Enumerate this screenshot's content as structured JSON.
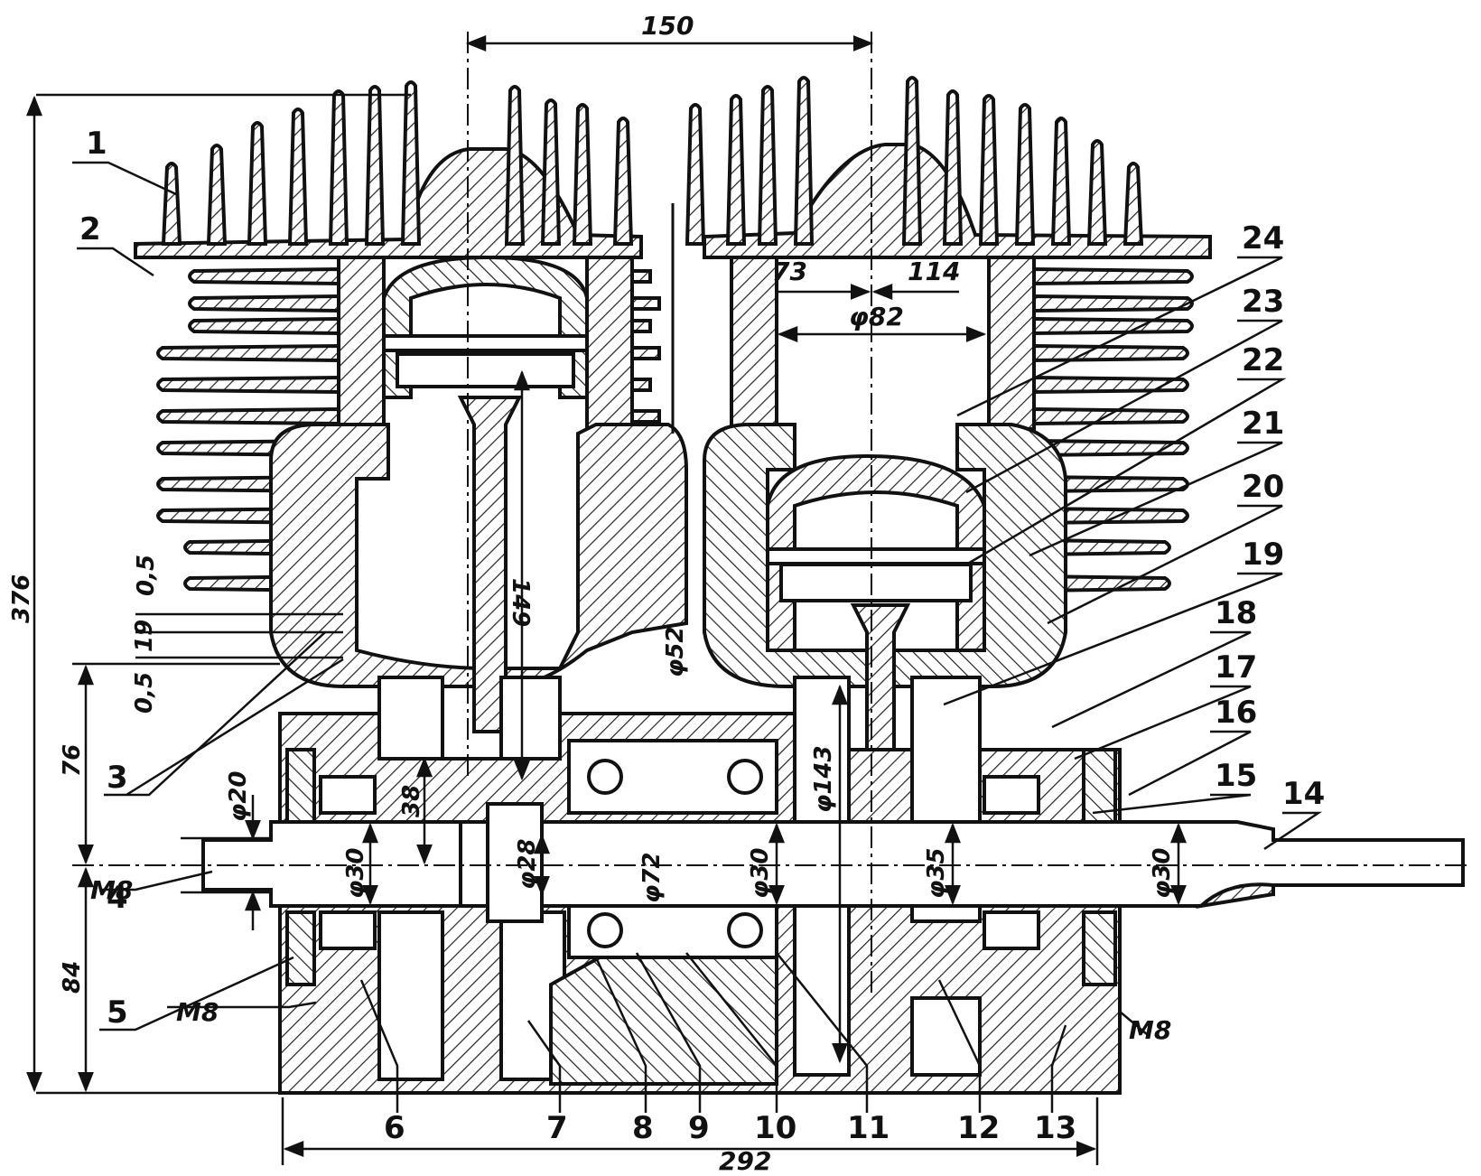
{
  "diagram": {
    "part_numbers": [
      "1",
      "2",
      "3",
      "4",
      "5",
      "6",
      "7",
      "8",
      "9",
      "10",
      "11",
      "12",
      "13",
      "14",
      "15",
      "16",
      "17",
      "18",
      "19",
      "20",
      "21",
      "22",
      "23",
      "24"
    ],
    "dimensions": {
      "d150": "150",
      "d376": "376",
      "d292": "292",
      "d76": "76",
      "d84": "84",
      "d149": "149",
      "d73": "73",
      "d114": "114",
      "d_phi82": "φ82",
      "d_phi52": "φ52",
      "d_phi143": "φ143",
      "d_phi72": "φ72",
      "d_phi30_a": "φ30",
      "d_phi30_b": "φ30",
      "d_phi30_c": "φ30",
      "d_phi35": "φ35",
      "d_phi28": "φ28",
      "d_phi20": "φ20",
      "d_38": "38",
      "d_05a": "0,5",
      "d_19": "19",
      "d_05b": "0,5",
      "m8_a": "M8",
      "m8_b": "M8",
      "m8_c": "M8"
    }
  }
}
